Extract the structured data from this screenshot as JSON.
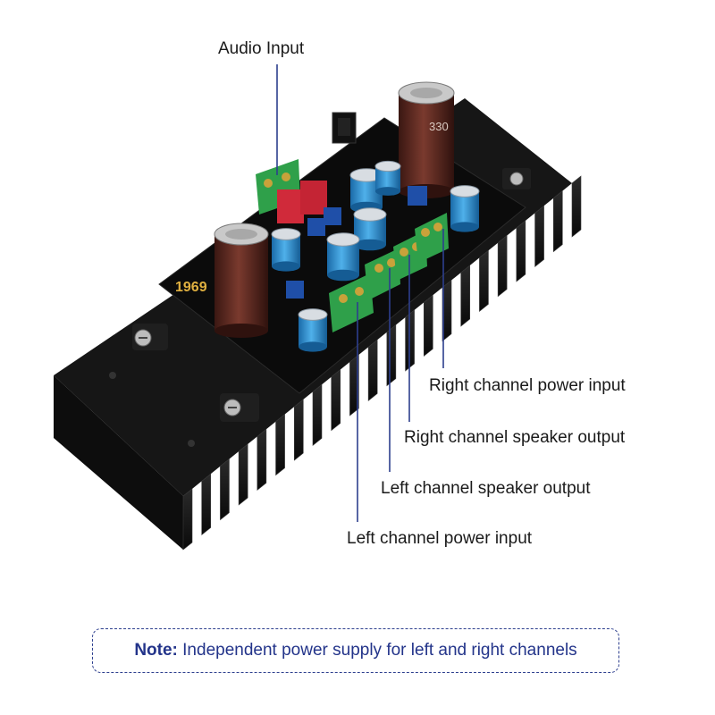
{
  "callouts": {
    "audio_input": "Audio Input",
    "right_power": "Right channel power input",
    "right_speaker": "Right channel speaker output",
    "left_speaker": "Left channel speaker output",
    "left_power": "Left channel power input"
  },
  "board": {
    "model_marking": "1969",
    "cap_large_marking": "330"
  },
  "note": {
    "label": "Note:",
    "text": "Independent power supply for left and right channels"
  },
  "colors": {
    "callout_line": "#2d3f8e",
    "note_text": "#23348a",
    "heatsink": "#141414",
    "pcb": "#0c0c0c",
    "terminal_green": "#2fa04a",
    "cap_blue": "#2e8fd0",
    "cap_brown": "#5a2a22",
    "trimmer_blue": "#1f4fa8",
    "input_red": "#d02a3a"
  }
}
